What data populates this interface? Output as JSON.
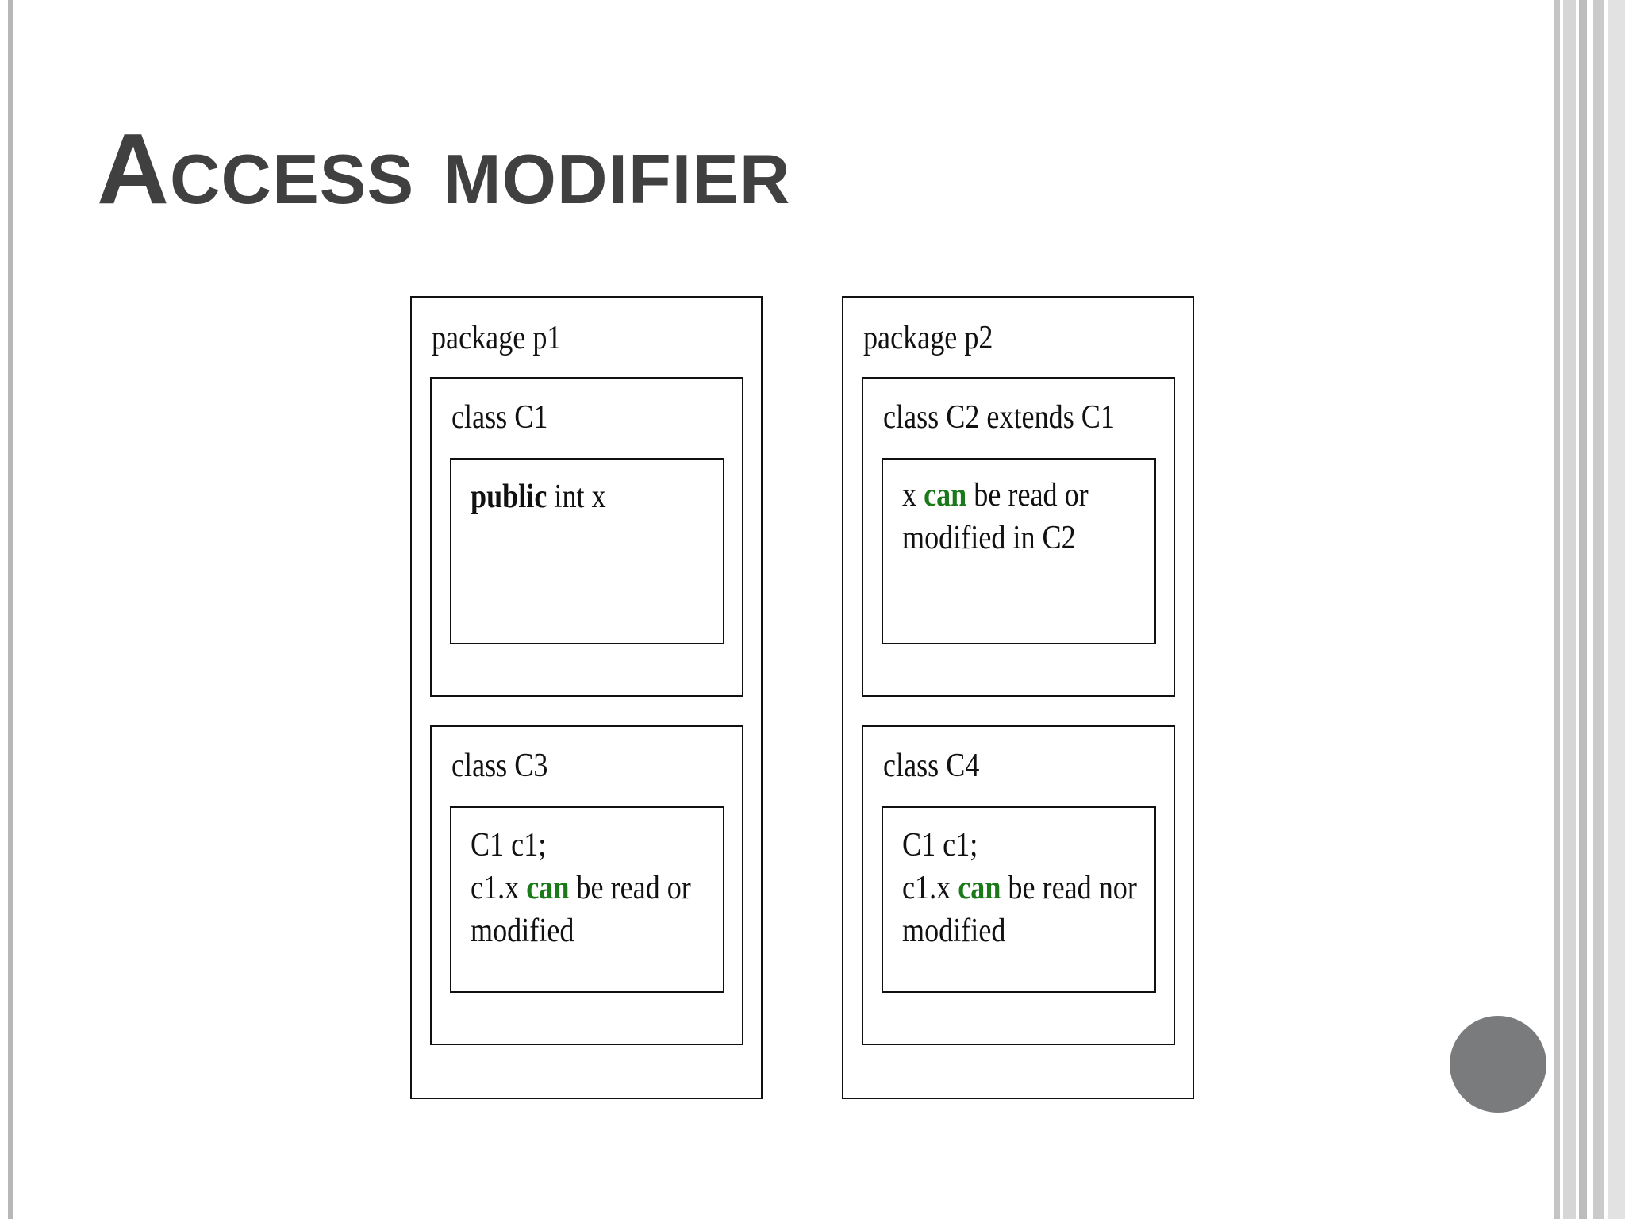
{
  "slide": {
    "title": "Access modifier"
  },
  "diagram": {
    "package_p1": {
      "label": "package p1",
      "class_c1": {
        "label": "class C1",
        "inner": {
          "keyword": "public",
          "rest": " int x"
        }
      },
      "class_c3": {
        "label": "class C3",
        "inner": {
          "line1": "C1 c1;",
          "line2_prefix": "c1.x ",
          "line2_keyword": "can",
          "line2_suffix": " be read or",
          "line3": "modified"
        }
      }
    },
    "package_p2": {
      "label": "package p2",
      "class_c2": {
        "label": "class C2 extends C1",
        "inner": {
          "line1_prefix": "x ",
          "line1_keyword": "can",
          "line1_suffix": " be read or",
          "line2": "modified in C2"
        }
      },
      "class_c4": {
        "label": "class C4",
        "inner": {
          "line1": "C1 c1;",
          "line2_prefix": "c1.x ",
          "line2_keyword": "can",
          "line2_suffix": " be read nor",
          "line3": "modified"
        }
      }
    }
  },
  "colors": {
    "title": "#404040",
    "keyword_green": "#1a7a1a",
    "slide_dot": "#7a7b7d"
  }
}
